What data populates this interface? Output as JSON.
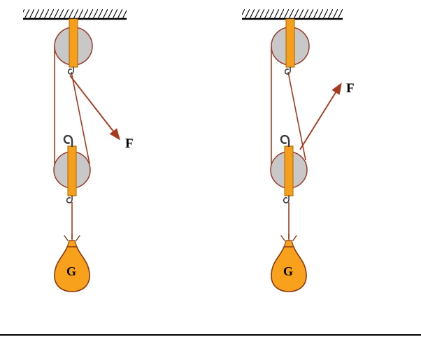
{
  "diagram": {
    "left_system": {
      "force_label": "F",
      "weight_label": "G"
    },
    "right_system": {
      "force_label": "F",
      "weight_label": "G"
    }
  },
  "colors": {
    "background": "#ffffff",
    "rope": "#a63a1e",
    "wheel_fill": "#c8c8c8",
    "wheel_stroke": "#9b3a2a",
    "bracket_fill": "#f5a01d",
    "bracket_stroke": "#b06000",
    "bag_fill": "#f8a11c",
    "bag_stroke": "#8a3a10",
    "hook": "#3b3b3b",
    "ceiling": "#000000",
    "label": "#000000"
  }
}
